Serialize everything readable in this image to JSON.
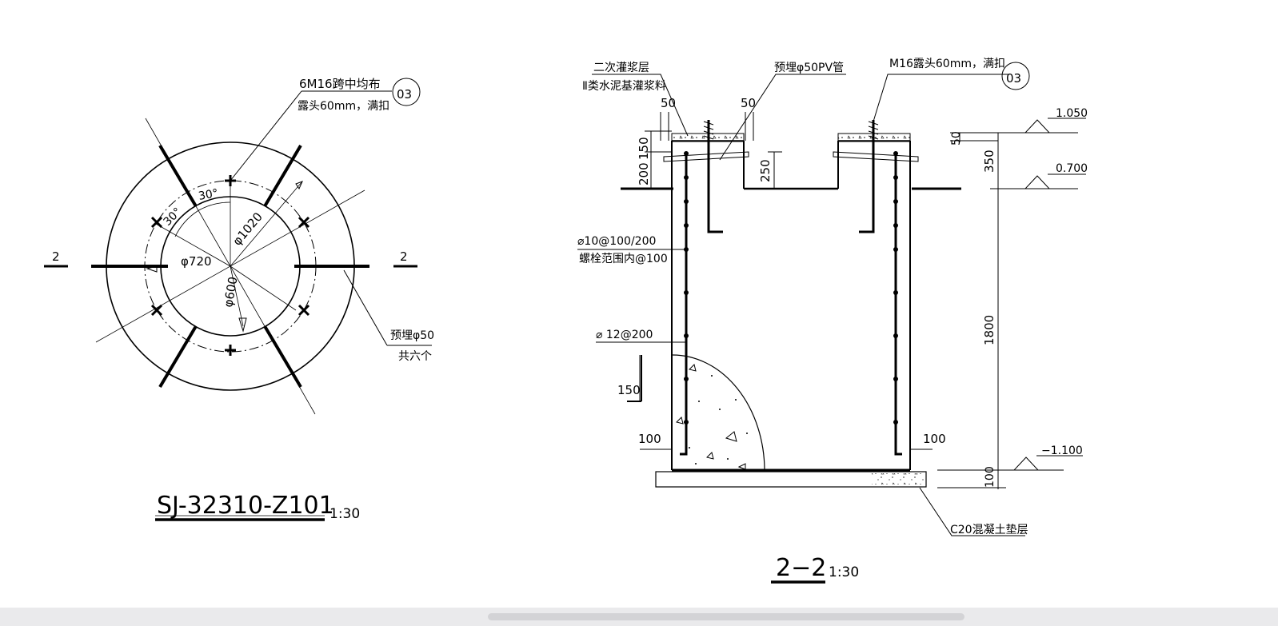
{
  "plan": {
    "section_marker_left": "2",
    "section_marker_right": "2",
    "bolt_label_line1": "6M16跨中均布",
    "bolt_label_line2": "露头60mm，满扣",
    "detail_ref": "03",
    "angle_1": "30°",
    "angle_2": "30°",
    "dim_outer": "φ1020",
    "dim_bolt_circle": "φ720",
    "dim_inner": "φ600",
    "pipe_label_line1": "预埋φ50",
    "pipe_label_line2": "共六个",
    "title": "SJ-32310-Z101",
    "scale": "1:30"
  },
  "section": {
    "grout_label_line1": "二次灌浆层",
    "grout_label_line2": "Ⅱ类水泥基灌浆料",
    "dim_50_left": "50",
    "dim_50_mid": "50",
    "pipe_label": "预埋φ50PV管",
    "bolt_label": "M16露头60mm，满扣",
    "detail_ref": "03",
    "dim_150": "150",
    "dim_200": "200",
    "dim_250": "250",
    "dim_50_right": "50",
    "dim_350": "350",
    "elev_top": "1.050",
    "elev_mid": "0.700",
    "rebar_label_line1": "⌀10@100/200",
    "rebar_label_line2": "螺栓范围内@100",
    "rebar_vertical": "⌀ 12@200",
    "dim_150_cover": "150",
    "dim_1800": "1800",
    "dim_100_left": "100",
    "dim_100_right": "100",
    "elev_bottom": "−1.100",
    "dim_100_base": "100",
    "concrete_label": "C20混凝土垫层",
    "title": "2−2",
    "scale": "1:30"
  }
}
